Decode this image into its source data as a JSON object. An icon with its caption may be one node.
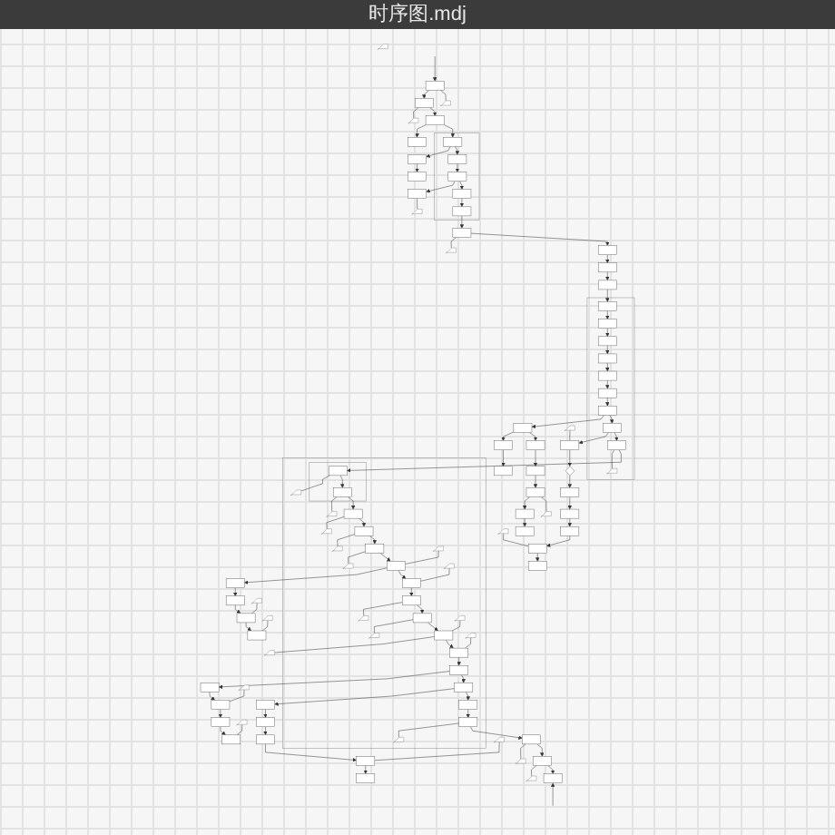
{
  "diagram": {
    "title": "时序图.mdj",
    "nodes": [
      {
        "text": [],
        "shape": "note"
      },
      {
        "text": [],
        "shape": "box"
      },
      {
        "text": [],
        "shape": "note"
      },
      {
        "text": [],
        "shape": "box"
      },
      {
        "text": [],
        "shape": "note"
      },
      {
        "text": [],
        "shape": "box"
      },
      {
        "text": [],
        "shape": "box"
      },
      {
        "text": [],
        "shape": "box"
      },
      {
        "text": [],
        "shape": "box",
        "in": 7
      },
      {
        "text": [],
        "shape": "box"
      },
      {
        "text": [],
        "shape": "box"
      },
      {
        "text": [],
        "shape": "box",
        "in": 7
      },
      {
        "text": [],
        "shape": "box",
        "in": 7
      },
      {
        "text": [],
        "shape": "box"
      },
      {
        "text": [],
        "shape": "note"
      },
      {
        "text": [],
        "shape": "box",
        "in": 7
      },
      {
        "text": [],
        "shape": "box",
        "in": 7
      },
      {
        "text": [],
        "shape": "box"
      },
      {
        "text": [],
        "shape": "note"
      },
      {
        "text": [],
        "shape": "box"
      },
      {
        "text": [],
        "shape": "box"
      },
      {
        "text": [],
        "shape": "box"
      },
      {
        "text": [],
        "shape": "box"
      },
      {
        "text": [],
        "shape": "box",
        "in": 22
      },
      {
        "text": [],
        "shape": "box",
        "in": 22
      },
      {
        "text": [],
        "shape": "box",
        "in": 22
      },
      {
        "text": [],
        "shape": "box",
        "in": 22
      },
      {
        "text": [],
        "shape": "box",
        "in": 22
      },
      {
        "text": [],
        "shape": "box",
        "in": 22
      },
      {
        "text": [],
        "shape": "note"
      },
      {
        "text": [],
        "shape": "box",
        "in": 22
      },
      {
        "text": [],
        "shape": "box"
      },
      {
        "text": [],
        "shape": "box"
      },
      {
        "text": [],
        "shape": "box"
      },
      {
        "text": [],
        "shape": "box"
      },
      {
        "text": [],
        "shape": "box",
        "in": 22
      },
      {
        "text": [],
        "shape": "box"
      },
      {
        "text": [],
        "shape": "box",
        "in": 22
      },
      {
        "text": [],
        "shape": "note",
        "in": 22
      },
      {
        "text": [],
        "shape": "box"
      },
      {
        "text": [],
        "shape": "box"
      },
      {
        "text": [],
        "shape": "box"
      },
      {
        "text": [],
        "shape": "box"
      },
      {
        "text": [],
        "shape": "diamond"
      },
      {
        "text": [],
        "shape": "box"
      },
      {
        "text": [],
        "shape": "box",
        "in": 44
      },
      {
        "text": [],
        "shape": "box",
        "in": 45
      },
      {
        "text": [],
        "shape": "note",
        "in": 44
      },
      {
        "text": [],
        "shape": "box"
      },
      {
        "text": [],
        "shape": "note"
      },
      {
        "text": [],
        "shape": "box",
        "in": 45
      },
      {
        "text": [],
        "shape": "note",
        "in": 44
      },
      {
        "text": [],
        "shape": "box"
      },
      {
        "text": [],
        "shape": "box",
        "in": 44
      },
      {
        "text": [],
        "shape": "note",
        "in": 44
      },
      {
        "text": [],
        "shape": "note"
      },
      {
        "text": [],
        "shape": "note"
      },
      {
        "text": [],
        "shape": "box"
      },
      {
        "text": [],
        "shape": "box",
        "in": 44
      },
      {
        "text": [],
        "shape": "note",
        "in": 44
      },
      {
        "text": [],
        "shape": "box",
        "in": 44
      },
      {
        "text": [],
        "shape": "note",
        "in": 44
      },
      {
        "text": [],
        "shape": "note"
      },
      {
        "text": [],
        "shape": "box"
      },
      {
        "text": [],
        "shape": "note",
        "in": 44
      },
      {
        "text": [],
        "shape": "box",
        "in": 44
      },
      {
        "text": [],
        "shape": "box"
      },
      {
        "text": [],
        "shape": "box"
      },
      {
        "text": [],
        "shape": "box"
      },
      {
        "text": [],
        "shape": "box"
      },
      {
        "text": [],
        "shape": "box"
      },
      {
        "text": [],
        "shape": "note",
        "in": 44
      },
      {
        "text": [],
        "shape": "box",
        "in": 44
      },
      {
        "text": [],
        "shape": "box",
        "in": 44
      },
      {
        "text": [],
        "shape": "note",
        "in": 44
      },
      {
        "text": [],
        "shape": "box",
        "in": 44
      },
      {
        "text": [],
        "shape": "note",
        "in": 44
      },
      {
        "text": [],
        "shape": "note",
        "in": 44
      },
      {
        "text": [],
        "shape": "box",
        "in": 44
      },
      {
        "text": [],
        "shape": "note"
      },
      {
        "text": [],
        "shape": "note",
        "in": 44
      },
      {
        "text": [],
        "shape": "box",
        "in": 44
      },
      {
        "text": [],
        "shape": "note"
      },
      {
        "text": [],
        "shape": "note"
      },
      {
        "text": [],
        "shape": "box",
        "in": 44
      },
      {
        "text": [],
        "shape": "box"
      },
      {
        "text": [],
        "shape": "box"
      },
      {
        "text": [],
        "shape": "box"
      },
      {
        "text": [],
        "shape": "box"
      },
      {
        "text": [],
        "shape": "box",
        "in": 44
      },
      {
        "text": [],
        "shape": "box"
      },
      {
        "text": [],
        "shape": "box"
      },
      {
        "text": [],
        "shape": "box"
      },
      {
        "text": [],
        "shape": "box"
      },
      {
        "text": [],
        "shape": "box"
      },
      {
        "text": [],
        "shape": "box",
        "in": 44
      },
      {
        "text": [],
        "shape": "note"
      },
      {
        "text": [],
        "shape": "box",
        "in": 44
      },
      {
        "text": [],
        "shape": "note",
        "in": 44
      },
      {
        "text": [],
        "shape": "box"
      },
      {
        "text": [],
        "shape": "note"
      },
      {
        "text": [],
        "shape": "box"
      },
      {
        "text": [],
        "shape": "note"
      },
      {
        "text": [],
        "shape": "box"
      }
    ],
    "edges": [
      {
        "from": null,
        "to": 1,
        "arrow": "to"
      },
      {
        "from": 1,
        "to": 3,
        "arrow": "to"
      },
      {
        "from": 1,
        "to": 2,
        "arrow": "none"
      },
      {
        "from": 3,
        "to": 4,
        "arrow": "none"
      },
      {
        "from": 3,
        "to": 5,
        "arrow": "to"
      },
      {
        "from": 5,
        "to": 6,
        "arrow": "to"
      },
      {
        "from": 5,
        "to": 8,
        "arrow": "to"
      },
      {
        "from": 8,
        "to": 9,
        "arrow": "to"
      },
      {
        "from": 9,
        "to": 10,
        "arrow": "to"
      },
      {
        "from": 8,
        "to": 11,
        "arrow": "to"
      },
      {
        "from": 11,
        "to": 12,
        "arrow": "to"
      },
      {
        "from": 12,
        "to": 13,
        "arrow": "to"
      },
      {
        "from": 13,
        "to": 14,
        "arrow": "none"
      },
      {
        "from": 12,
        "to": 15,
        "arrow": "to"
      },
      {
        "from": 15,
        "to": 16,
        "arrow": "to"
      },
      {
        "from": 16,
        "to": 17,
        "arrow": "to"
      },
      {
        "from": 17,
        "to": 18,
        "arrow": "none"
      },
      {
        "from": 17,
        "to": 19,
        "arrow": "to"
      },
      {
        "from": 19,
        "to": 20,
        "arrow": "to"
      },
      {
        "from": 20,
        "to": 21,
        "arrow": "to"
      },
      {
        "from": 21,
        "to": 23,
        "arrow": "to"
      },
      {
        "from": 23,
        "to": 24,
        "arrow": "to"
      },
      {
        "from": 24,
        "to": 25,
        "arrow": "to"
      },
      {
        "from": 25,
        "to": 26,
        "arrow": "to"
      },
      {
        "from": 26,
        "to": 27,
        "arrow": "to"
      },
      {
        "from": 27,
        "to": 28,
        "arrow": "to"
      },
      {
        "from": 28,
        "to": 30,
        "arrow": "to"
      },
      {
        "from": 30,
        "to": 31,
        "arrow": "to"
      },
      {
        "from": 31,
        "to": 32,
        "arrow": "to"
      },
      {
        "from": 32,
        "to": 33,
        "arrow": "to"
      },
      {
        "from": 31,
        "to": 36,
        "arrow": "to"
      },
      {
        "from": 36,
        "to": 39,
        "arrow": "to"
      },
      {
        "from": 39,
        "to": 40,
        "arrow": "to"
      },
      {
        "from": 40,
        "to": 41,
        "arrow": "to"
      },
      {
        "from": 41,
        "to": 42,
        "arrow": "to"
      },
      {
        "from": 40,
        "to": 49,
        "arrow": "none"
      },
      {
        "from": 30,
        "to": 35,
        "arrow": "to"
      },
      {
        "from": 35,
        "to": 34,
        "arrow": "to"
      },
      {
        "from": 29,
        "to": 34,
        "arrow": "none"
      },
      {
        "from": 35,
        "to": 37,
        "arrow": "to"
      },
      {
        "from": 37,
        "to": 38,
        "arrow": "none"
      },
      {
        "from": 34,
        "to": 43,
        "arrow": "to"
      },
      {
        "from": 43,
        "to": 48,
        "arrow": "to"
      },
      {
        "from": 48,
        "to": 52,
        "arrow": "to"
      },
      {
        "from": 52,
        "to": 57,
        "arrow": "to"
      },
      {
        "from": 57,
        "to": 63,
        "arrow": "to"
      },
      {
        "from": 62,
        "to": 63,
        "arrow": "none"
      },
      {
        "from": 63,
        "to": 70,
        "arrow": "to"
      },
      {
        "from": 37,
        "to": 46,
        "arrow": "to"
      },
      {
        "from": 46,
        "to": 47,
        "arrow": "none"
      },
      {
        "from": 46,
        "to": 50,
        "arrow": "to"
      },
      {
        "from": 50,
        "to": 51,
        "arrow": "none"
      },
      {
        "from": 50,
        "to": 53,
        "arrow": "to"
      },
      {
        "from": 53,
        "to": 54,
        "arrow": "none"
      },
      {
        "from": 53,
        "to": 58,
        "arrow": "to"
      },
      {
        "from": 58,
        "to": 59,
        "arrow": "none"
      },
      {
        "from": 58,
        "to": 60,
        "arrow": "to"
      },
      {
        "from": 60,
        "to": 61,
        "arrow": "none"
      },
      {
        "from": 60,
        "to": 65,
        "arrow": "to"
      },
      {
        "from": 64,
        "to": 65,
        "arrow": "none"
      },
      {
        "from": 65,
        "to": 66,
        "arrow": "to"
      },
      {
        "from": 66,
        "to": 67,
        "arrow": "to"
      },
      {
        "from": 67,
        "to": 68,
        "arrow": "to"
      },
      {
        "from": 68,
        "to": 69,
        "arrow": "to"
      },
      {
        "from": 55,
        "to": 68,
        "arrow": "none"
      },
      {
        "from": 56,
        "to": 69,
        "arrow": "none"
      },
      {
        "from": 65,
        "to": 72,
        "arrow": "to"
      },
      {
        "from": 71,
        "to": 72,
        "arrow": "none"
      },
      {
        "from": 72,
        "to": 73,
        "arrow": "to"
      },
      {
        "from": 73,
        "to": 74,
        "arrow": "none"
      },
      {
        "from": 73,
        "to": 75,
        "arrow": "to"
      },
      {
        "from": 75,
        "to": 76,
        "arrow": "none"
      },
      {
        "from": 75,
        "to": 78,
        "arrow": "to"
      },
      {
        "from": 77,
        "to": 78,
        "arrow": "none"
      },
      {
        "from": 78,
        "to": 79,
        "arrow": "none"
      },
      {
        "from": 78,
        "to": 81,
        "arrow": "to"
      },
      {
        "from": 80,
        "to": 81,
        "arrow": "none"
      },
      {
        "from": 81,
        "to": 84,
        "arrow": "to"
      },
      {
        "from": 84,
        "to": 85,
        "arrow": "to"
      },
      {
        "from": 85,
        "to": 86,
        "arrow": "to"
      },
      {
        "from": 86,
        "to": 87,
        "arrow": "to"
      },
      {
        "from": 87,
        "to": 88,
        "arrow": "to"
      },
      {
        "from": 82,
        "to": 86,
        "arrow": "none"
      },
      {
        "from": 83,
        "to": 88,
        "arrow": "none"
      },
      {
        "from": 84,
        "to": 89,
        "arrow": "to"
      },
      {
        "from": 89,
        "to": 90,
        "arrow": "to"
      },
      {
        "from": 90,
        "to": 91,
        "arrow": "to"
      },
      {
        "from": 91,
        "to": 92,
        "arrow": "to"
      },
      {
        "from": 92,
        "to": 93,
        "arrow": "to"
      },
      {
        "from": 93,
        "to": 94,
        "arrow": "to"
      },
      {
        "from": 96,
        "to": 93,
        "arrow": "none"
      },
      {
        "from": 89,
        "to": 95,
        "arrow": "to"
      },
      {
        "from": 95,
        "to": 97,
        "arrow": "to"
      },
      {
        "from": 97,
        "to": 98,
        "arrow": "none"
      },
      {
        "from": 97,
        "to": 99,
        "arrow": "to"
      },
      {
        "from": 99,
        "to": 100,
        "arrow": "none"
      },
      {
        "from": 99,
        "to": 101,
        "arrow": "to"
      },
      {
        "from": 101,
        "to": 102,
        "arrow": "none"
      },
      {
        "from": 101,
        "to": 103,
        "arrow": "to"
      },
      {
        "from": null,
        "to": 103,
        "arrow": "to"
      }
    ]
  }
}
